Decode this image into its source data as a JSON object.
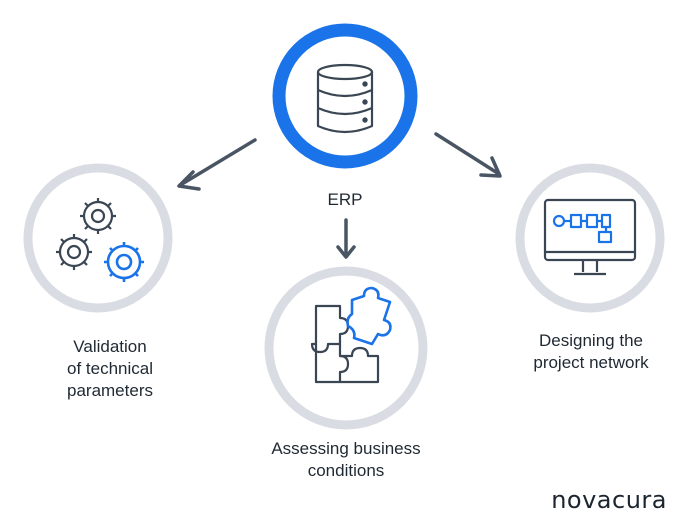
{
  "nodes": {
    "center": {
      "label": "ERP",
      "icon": "database-icon"
    },
    "left": {
      "label": "Validation\nof technical\nparameters",
      "icon": "gears-icon"
    },
    "middle": {
      "label": "Assessing business\nconditions",
      "icon": "puzzle-icon"
    },
    "right": {
      "label": "Designing the\nproject network",
      "icon": "monitor-network-icon"
    }
  },
  "brand": {
    "name": "novacura"
  },
  "colors": {
    "accent": "#1a73e8",
    "ring": "#d9dde3",
    "line": "#4a5563",
    "arrow": "#4a5563"
  }
}
